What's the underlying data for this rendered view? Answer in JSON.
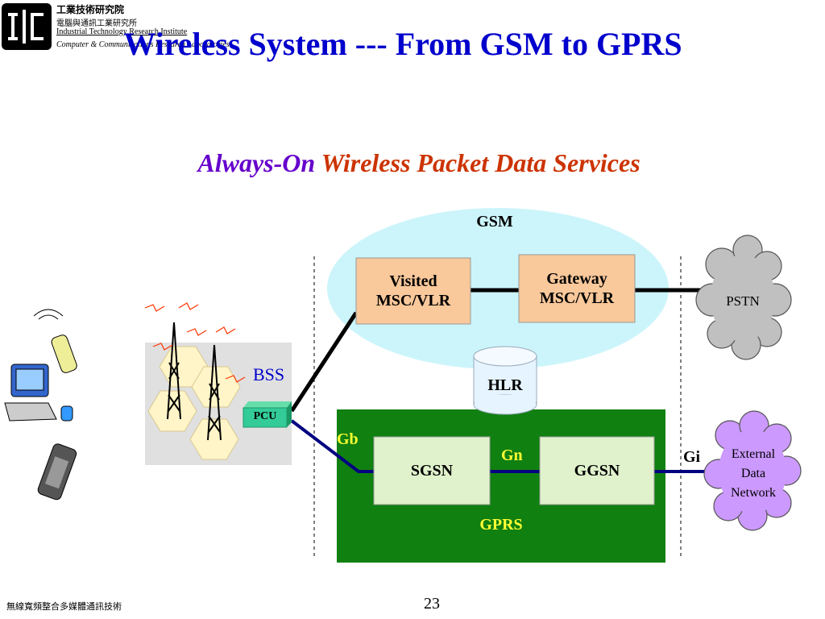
{
  "header": {
    "org_cn": "工業技術研究院",
    "dept_cn": "電腦與通訊工業研究所",
    "org_en": "Industrial Technology Research Institute",
    "dept_en": "Computer & Communications Research Laboratories"
  },
  "title": "Wireless System --- From GSM to GPRS",
  "subtitle": {
    "part1": "Always-On",
    "part2": " Wireless Packet Data Services"
  },
  "diagram": {
    "gsm_label": "GSM",
    "visited_msc": "Visited MSC/VLR",
    "gateway_msc": "Gateway MSC/VLR",
    "pstn": "PSTN",
    "hlr": "HLR",
    "bss": "BSS",
    "pcu": "PCU",
    "gb": "Gb",
    "gn": "Gn",
    "gi": "Gi",
    "sgsn": "SGSN",
    "ggsn": "GGSN",
    "gprs_label": "GPRS",
    "external_network": "External Data Network"
  },
  "footer": {
    "left": "無線寬頻整合多媒體通訊技術",
    "page": "23"
  },
  "colors": {
    "title": "#0000cc",
    "gsm_ellipse": "#ccf5fb",
    "msc_box": "#f9c89b",
    "gprs_area": "#108010",
    "node_box": "#e0f2cc",
    "gprs_text": "#ffff33",
    "pcu": "#33cc99",
    "pstn_cloud": "#c0c0c0",
    "ext_cloud": "#cc99ff"
  }
}
